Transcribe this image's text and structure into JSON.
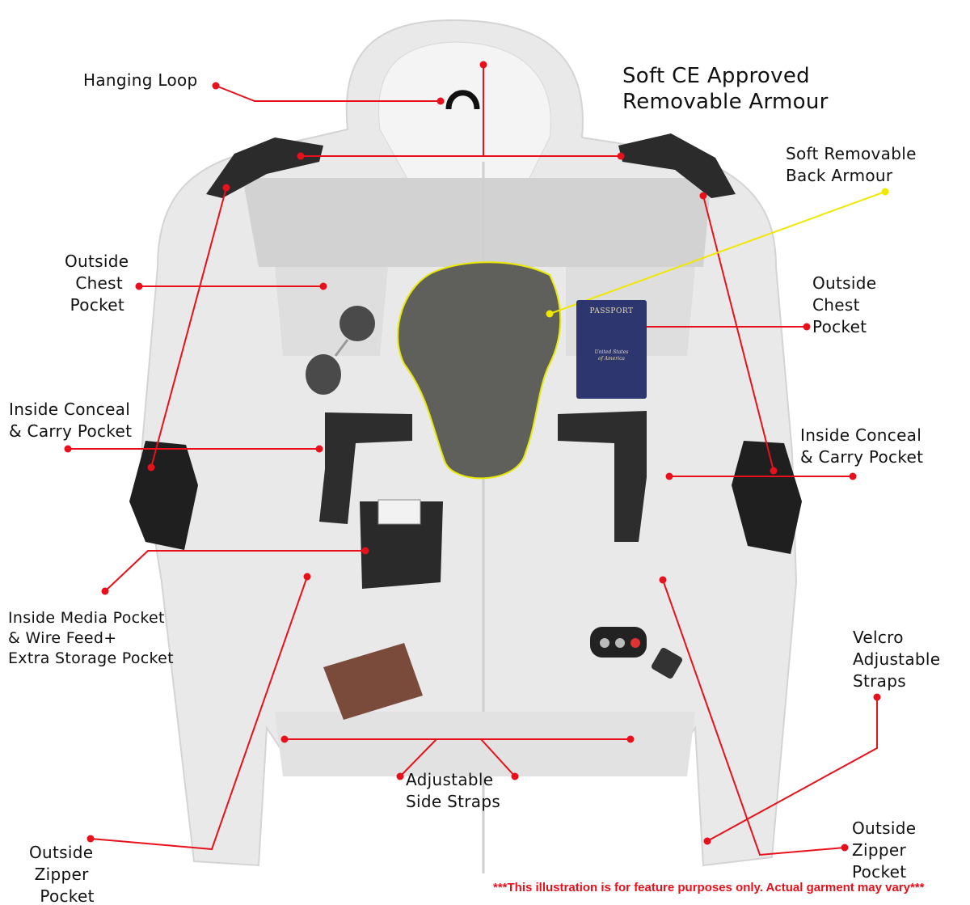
{
  "labels": {
    "hanging_loop": "Hanging Loop",
    "soft_ce_armour": "Soft CE Approved\nRemovable Armour",
    "back_armour": "Soft Removable\nBack Armour",
    "outside_chest_pocket_left": "Outside\n  Chest\n Pocket",
    "outside_chest_pocket_right": "Outside\nChest\nPocket",
    "inside_conceal_left": "Inside Conceal\n& Carry Pocket",
    "inside_conceal_right": "Inside Conceal\n& Carry Pocket",
    "media_pocket": "Inside Media Pocket\n& Wire Feed+\nExtra Storage Pocket",
    "velcro_straps": "Velcro\nAdjustable\nStraps",
    "side_straps": "Adjustable\nSide Straps",
    "outside_zipper_left": "Outside\n Zipper\n  Pocket",
    "outside_zipper_right": "Outside\nZipper\nPocket"
  },
  "passport": {
    "title": "PASSPORT",
    "subtitle": "United States\nof America"
  },
  "disclaimer": "***This illustration is for feature purposes only.  Actual garment may vary***",
  "colors": {
    "callout": "#e8101a",
    "back_armour_callout": "#f0e800",
    "jacket": "#e6e6e6"
  }
}
